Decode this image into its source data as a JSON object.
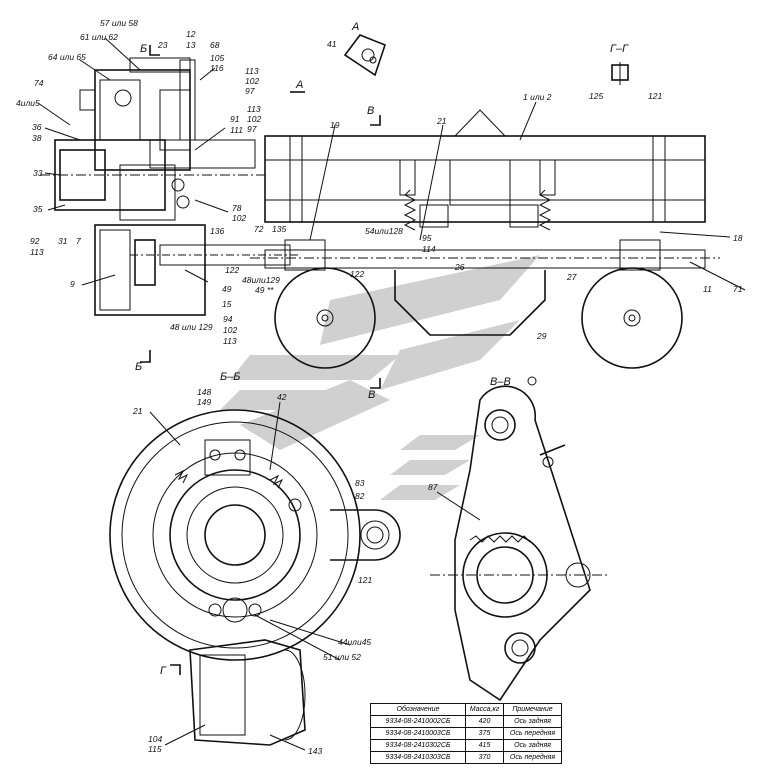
{
  "section_titles": {
    "view_a": "А",
    "view_gg": "Г–Г",
    "section_bb": "Б–Б",
    "section_vv": "В–В"
  },
  "cut_markers": {
    "b_top": "Б",
    "b_bottom": "Б",
    "a": "А",
    "v_top": "В",
    "v_bottom": "В",
    "g": "Г"
  },
  "callouts_top": [
    "57 или 58",
    "61 или 62",
    "64 или 65",
    "4или5",
    "74",
    "36",
    "38",
    "33",
    "35",
    "92",
    "113",
    "31",
    "7",
    "9",
    "23",
    "12",
    "13",
    "68",
    "105",
    "116",
    "113",
    "102",
    "97",
    "113",
    "102",
    "97",
    "91",
    "111",
    "78",
    "102",
    "136",
    "72",
    "135",
    "122",
    "49",
    "15",
    "94",
    "102",
    "113",
    "48 или 129",
    "48или129",
    "49 **",
    "122",
    "54или128",
    "95",
    "114",
    "26",
    "27",
    "29",
    "11",
    "71",
    "18",
    "19",
    "21",
    "1 или 2",
    "41",
    "125",
    "121"
  ],
  "callouts_bottom": [
    "148",
    "149",
    "42",
    "21",
    "83",
    "82",
    "87",
    "121",
    "44или45",
    "51 или 52",
    "104",
    "115",
    "143"
  ],
  "spec_table": {
    "headers": [
      "Обозначение",
      "Масса,кг",
      "Примечание"
    ],
    "rows": [
      [
        "9334-08-2410002СБ",
        "420",
        "Ось задняя"
      ],
      [
        "9334-08-2410003СБ",
        "375",
        "Ось передняя"
      ],
      [
        "9334-08-2410302СБ",
        "415",
        "Ось задняя"
      ],
      [
        "9334-08-2410303СБ",
        "370",
        "Ось передняя"
      ]
    ]
  },
  "colors": {
    "line": "#111111",
    "watermark": "#c8c8c8",
    "background": "#ffffff"
  }
}
